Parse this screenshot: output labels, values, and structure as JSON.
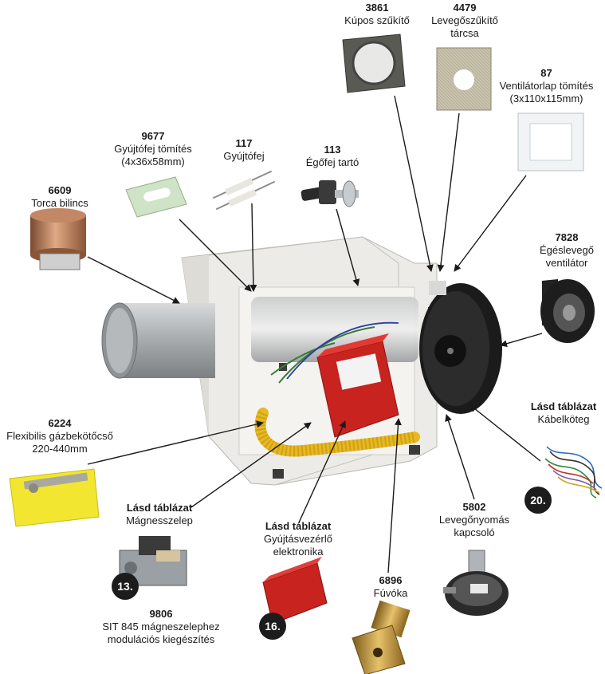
{
  "parts": {
    "p3861": {
      "num": "3861",
      "desc": "Kúpos szűkítő"
    },
    "p4479": {
      "num": "4479",
      "desc1": "Levegőszűkítő",
      "desc2": "tárcsa"
    },
    "p87": {
      "num": "87",
      "desc1": "Ventilátorlap tömítés",
      "desc2": "(3x110x115mm)"
    },
    "p9677": {
      "num": "9677",
      "desc1": "Gyújtófej tömítés",
      "desc2": "(4x36x58mm)"
    },
    "p117": {
      "num": "117",
      "desc": "Gyújtófej"
    },
    "p113": {
      "num": "113",
      "desc": "Égőfej tartó"
    },
    "p6609": {
      "num": "6609",
      "desc": "Torca bilincs"
    },
    "p7828": {
      "num": "7828",
      "desc1": "Égéslevegő",
      "desc2": "ventilátor"
    },
    "cable": {
      "num": "Lásd táblázat",
      "desc": "Kábelköteg",
      "badge": "20."
    },
    "p6224": {
      "num": "6224",
      "desc1": "Flexibilis gázbekötőcső",
      "desc2": "220-440mm"
    },
    "valve": {
      "num": "Lásd táblázat",
      "desc": "Mágnesszelep",
      "badge": "13."
    },
    "p9806": {
      "num": "9806",
      "desc1": "SIT 845 mágneszelephez",
      "desc2": "modulációs kiegészítés"
    },
    "ignition": {
      "num": "Lásd táblázat",
      "desc1": "Gyújtásvezérlő",
      "desc2": "elektronika",
      "badge": "16."
    },
    "p5802": {
      "num": "5802",
      "desc1": "Levegőnyomás",
      "desc2": "kapcsoló"
    },
    "p6896": {
      "num": "6896",
      "desc": "Fúvóka"
    }
  },
  "colors": {
    "housing": "#ecebe7",
    "pipe": "#b8bcbf",
    "control_box": "#c8231f",
    "gas_hose": "#e8b820",
    "fan": "#1b1b1b",
    "gasket_green": "#cfe3c6"
  }
}
